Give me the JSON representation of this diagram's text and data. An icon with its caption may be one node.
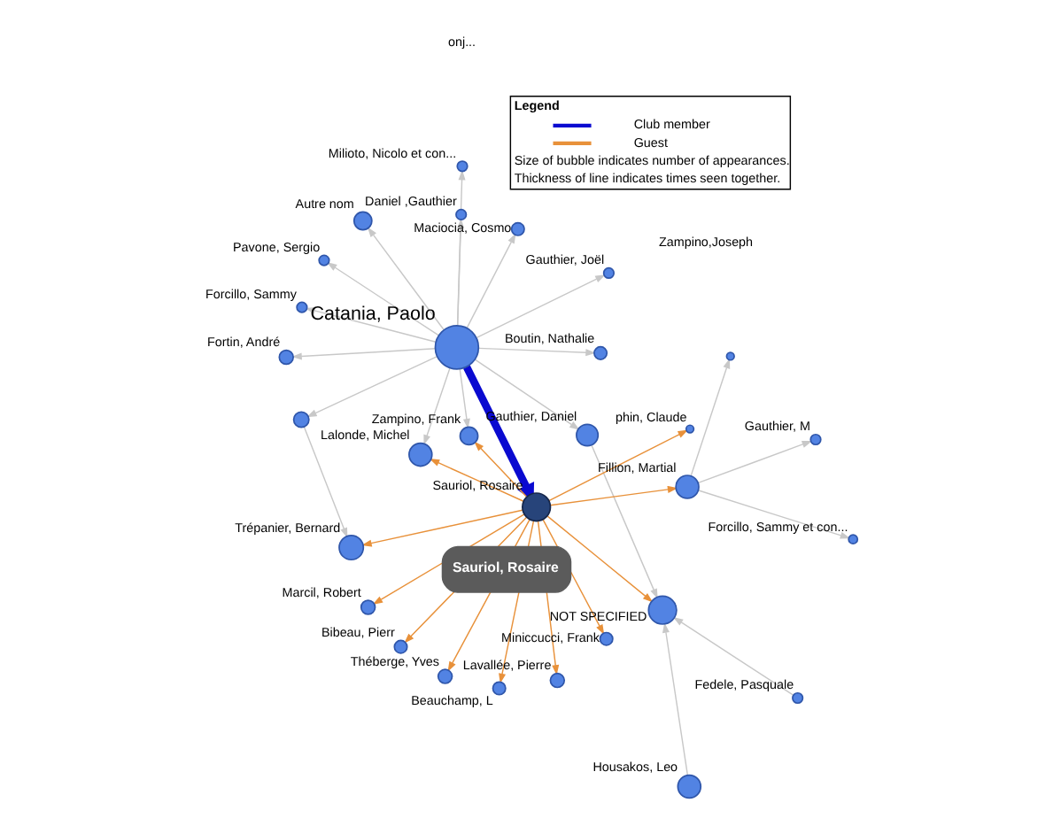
{
  "diagram": {
    "nodes": [
      {
        "text": [
          "Fedele, Pasquale"
        ]
      },
      {
        "text": [
          "Housakos, Leo"
        ]
      },
      {
        "text": [
          "onj..."
        ]
      },
      {
        "text": [
          "Marcil, Robert"
        ]
      },
      {
        "text": [
          "Zampino,Joseph"
        ]
      },
      {
        "text": [
          "Gauthier, Daniel"
        ]
      },
      {
        "text": [
          "NOT SPECIFIED"
        ]
      },
      {
        "text": [
          "Gauthier, Joël"
        ]
      },
      {
        "text": [
          "Fortin, André"
        ]
      },
      {
        "text": [
          "Milioto, Nicolo et con..."
        ]
      },
      {
        "text": [
          "Maciocia, Cosmo"
        ]
      },
      {
        "text": [
          "Autre nom"
        ]
      },
      {
        "text": [
          "Forcillo, Sammy"
        ]
      },
      {
        "text": [
          "Zampino, Frank"
        ]
      },
      {
        "text": [
          "Daniel ,Gauthier"
        ]
      },
      {
        "text": [
          "Catania, Paolo"
        ]
      },
      {
        "text": [
          "Boutin, Nathalie"
        ]
      },
      {
        "text": [
          "phin, Claude"
        ]
      },
      {
        "text": [
          "Fillion, Martial"
        ]
      },
      {
        "text": [
          "Sauriol, Rosaire"
        ]
      },
      {
        "text": [
          "Beauchamp, L"
        ]
      },
      {
        "text": [],
        "shape": "circle"
      },
      {
        "text": [
          "Gauthier, M"
        ]
      },
      {
        "text": [
          "Lalonde, Michel"
        ]
      },
      {
        "text": [
          "Bibeau, Pierr"
        ]
      },
      {
        "text": [
          "Trépanier, Bernard"
        ]
      },
      {
        "text": [],
        "shape": "circle"
      },
      {
        "text": [
          "Lavallée, Pierre"
        ]
      },
      {
        "text": [
          "Forcillo, Sammy et con..."
        ]
      },
      {
        "text": [
          "Théberge, Yves"
        ]
      },
      {
        "text": [
          "Pavone, Sergio"
        ]
      },
      {
        "text": [
          "Miniccucci, Frank"
        ]
      }
    ],
    "edges": [
      {
        "from": 15,
        "to": 19,
        "arrow": "to",
        "style": "thick",
        "color": "#0a0ad0"
      },
      {
        "from": 19,
        "to": 18,
        "arrow": "to",
        "color": "#e8913a"
      },
      {
        "from": 19,
        "to": 17,
        "arrow": "to",
        "color": "#e8913a"
      },
      {
        "from": 19,
        "to": 3,
        "arrow": "to",
        "color": "#e8913a"
      },
      {
        "from": 19,
        "to": 6,
        "arrow": "to",
        "color": "#e8913a"
      },
      {
        "from": 19,
        "to": 13,
        "arrow": "to",
        "color": "#e8913a"
      },
      {
        "from": 19,
        "to": 20,
        "arrow": "to",
        "color": "#e8913a"
      },
      {
        "from": 19,
        "to": 24,
        "arrow": "to",
        "color": "#e8913a"
      },
      {
        "from": 19,
        "to": 27,
        "arrow": "to",
        "color": "#e8913a"
      },
      {
        "from": 19,
        "to": 29,
        "arrow": "to",
        "color": "#e8913a"
      },
      {
        "from": 19,
        "to": 31,
        "arrow": "to",
        "color": "#e8913a"
      },
      {
        "from": 19,
        "to": 23,
        "arrow": "to",
        "color": "#e8913a"
      },
      {
        "from": 19,
        "to": 25,
        "arrow": "to",
        "color": "#e8913a"
      },
      {
        "from": 15,
        "to": 10,
        "arrow": "to"
      },
      {
        "from": 15,
        "to": 14,
        "arrow": "to"
      },
      {
        "from": 15,
        "to": 16,
        "arrow": "to"
      },
      {
        "from": 15,
        "to": 11,
        "arrow": "to"
      },
      {
        "from": 15,
        "to": 9,
        "arrow": "to"
      },
      {
        "from": 15,
        "to": 7,
        "arrow": "to"
      },
      {
        "from": 15,
        "to": 8,
        "arrow": "to"
      },
      {
        "from": 15,
        "to": 5,
        "arrow": "to"
      },
      {
        "from": 15,
        "to": 13,
        "arrow": "to"
      },
      {
        "from": 15,
        "to": 12,
        "arrow": "to"
      },
      {
        "from": 5,
        "to": 6,
        "arrow": "to"
      },
      {
        "from": 1,
        "to": 6,
        "arrow": "to"
      },
      {
        "from": 0,
        "to": 6,
        "arrow": "to"
      },
      {
        "from": 18,
        "to": 22,
        "arrow": "to"
      },
      {
        "from": 18,
        "to": 21,
        "arrow": "to"
      },
      {
        "from": 18,
        "to": 28,
        "arrow": "to"
      },
      {
        "from": 15,
        "to": 30,
        "arrow": "to"
      },
      {
        "from": 15,
        "to": 23,
        "arrow": "to"
      },
      {
        "from": 15,
        "to": 26,
        "arrow": "to"
      },
      {
        "from": 26,
        "to": 25,
        "arrow": "to"
      }
    ],
    "labels": [
      "Legend",
      "Size of bubble indicates number of appearances.",
      "Thickness of line indicates times seen together.",
      "Sauriol, Rosaire"
    ],
    "legend": [
      {
        "text": "Club member"
      },
      {
        "text": "Guest"
      }
    ]
  }
}
